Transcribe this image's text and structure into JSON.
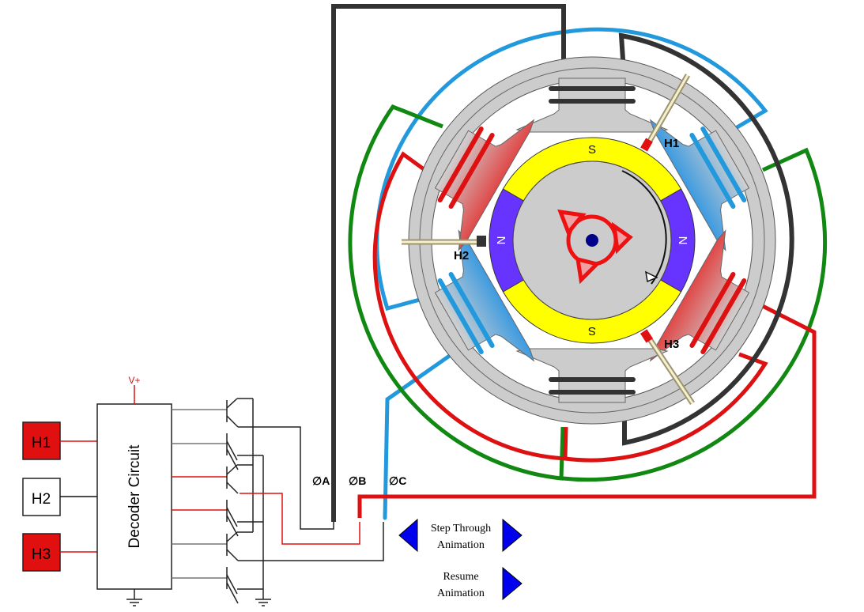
{
  "hall_sensors": [
    {
      "label": "H1",
      "state": "active",
      "color": "#e01010"
    },
    {
      "label": "H2",
      "state": "inactive",
      "color": "#ffffff"
    },
    {
      "label": "H3",
      "state": "active",
      "color": "#e01010"
    }
  ],
  "decoder": {
    "label": "Decoder Circuit",
    "supply": "V+"
  },
  "phases": {
    "a": "∅A",
    "b": "∅B",
    "c": "∅C"
  },
  "motor": {
    "sensor_labels": {
      "h1": "H1",
      "h2": "H2",
      "h3": "H3"
    },
    "magnets": [
      {
        "label": "S",
        "color": "#ffff00"
      },
      {
        "label": "N",
        "color": "#6633ff"
      },
      {
        "label": "S",
        "color": "#ffff00"
      },
      {
        "label": "N",
        "color": "#6633ff"
      }
    ],
    "rotation": "clockwise"
  },
  "controls": {
    "step_label_1": "Step Through",
    "step_label_2": "Animation",
    "resume_label_1": "Resume",
    "resume_label_2": "Animation"
  },
  "colors": {
    "phase_a": "#333333",
    "phase_b": "#dd1111",
    "phase_c": "#2299dd",
    "neutral": "#118811",
    "button": "#0000ee"
  }
}
